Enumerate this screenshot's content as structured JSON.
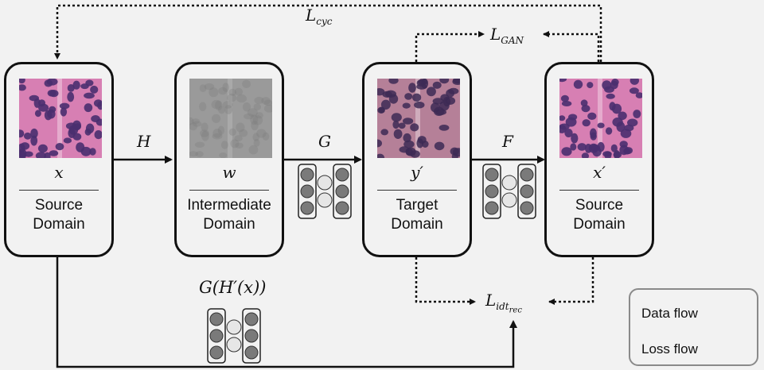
{
  "boxes": [
    {
      "var": "x",
      "name": "Source\nDomain",
      "tile": "stain"
    },
    {
      "var": "w",
      "name": "Intermediate\nDomain",
      "tile": "gray"
    },
    {
      "var": "y′",
      "name": "Target\nDomain",
      "tile": "target"
    },
    {
      "var": "x′",
      "name": "Source\nDomain",
      "tile": "stain"
    }
  ],
  "arrows": {
    "h": "H",
    "g": "G",
    "f": "F",
    "g_h_prime": "G(H′(x))"
  },
  "losses": {
    "cyc": {
      "base": "L",
      "sub": "cyc"
    },
    "gan": {
      "base": "L",
      "sub": "GAN"
    },
    "idt": {
      "base": "L",
      "sub": "idt",
      "subsub": "rec"
    }
  },
  "legend": {
    "data_flow": "Data flow",
    "loss_flow": "Loss flow"
  },
  "colors": {
    "stain_bg": "#d77fb3",
    "nucleus": "#4a2f6f",
    "gray_tile": "#9a9a9a",
    "target_bg": "#b58098",
    "line": "#111111",
    "bg": "#f2f2f2"
  }
}
